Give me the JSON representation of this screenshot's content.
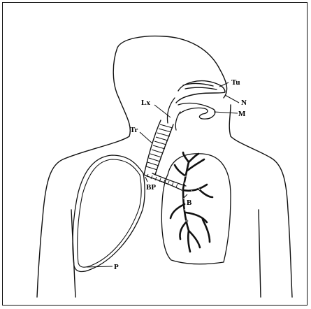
{
  "labels": {
    "tu": "Tu",
    "n": "N",
    "m": "M",
    "lx": "Lx",
    "tr": "Tr",
    "bp": "BP",
    "b": "B",
    "p": "P"
  },
  "colors": {
    "stroke": "#111111",
    "background": "#ffffff"
  }
}
